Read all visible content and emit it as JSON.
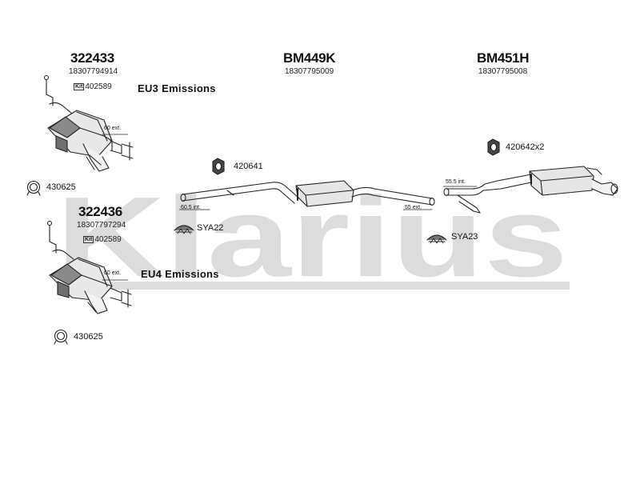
{
  "watermark": "Klarius",
  "assemblies": [
    {
      "part": "322433",
      "oem": "18307794914",
      "kit": "402589",
      "kit_badge": "Kit",
      "emissions": "EU3 Emissions",
      "spec": "60 ext.",
      "clamp": "430625"
    },
    {
      "part": "322436",
      "oem": "18307797294",
      "kit": "402589",
      "kit_badge": "Kit",
      "emissions": "EU4 Emissions",
      "spec": "60 ext.",
      "clamp": "430625"
    }
  ],
  "centre_section": {
    "part": "BM449K",
    "oem": "18307795009",
    "gasket": "420641",
    "mount": "SYA22",
    "spec_inlet": "60.5 int.",
    "spec_outlet": "55 ext."
  },
  "rear_section": {
    "part": "BM451H",
    "oem": "18307795008",
    "gasket": "420642x2",
    "mount": "SYA23",
    "spec_inlet": "55.5 int."
  },
  "colors": {
    "watermark": "#d9d9d9",
    "line": "#222222",
    "shade": "#7a7a7a",
    "light": "#e6e6e6"
  }
}
